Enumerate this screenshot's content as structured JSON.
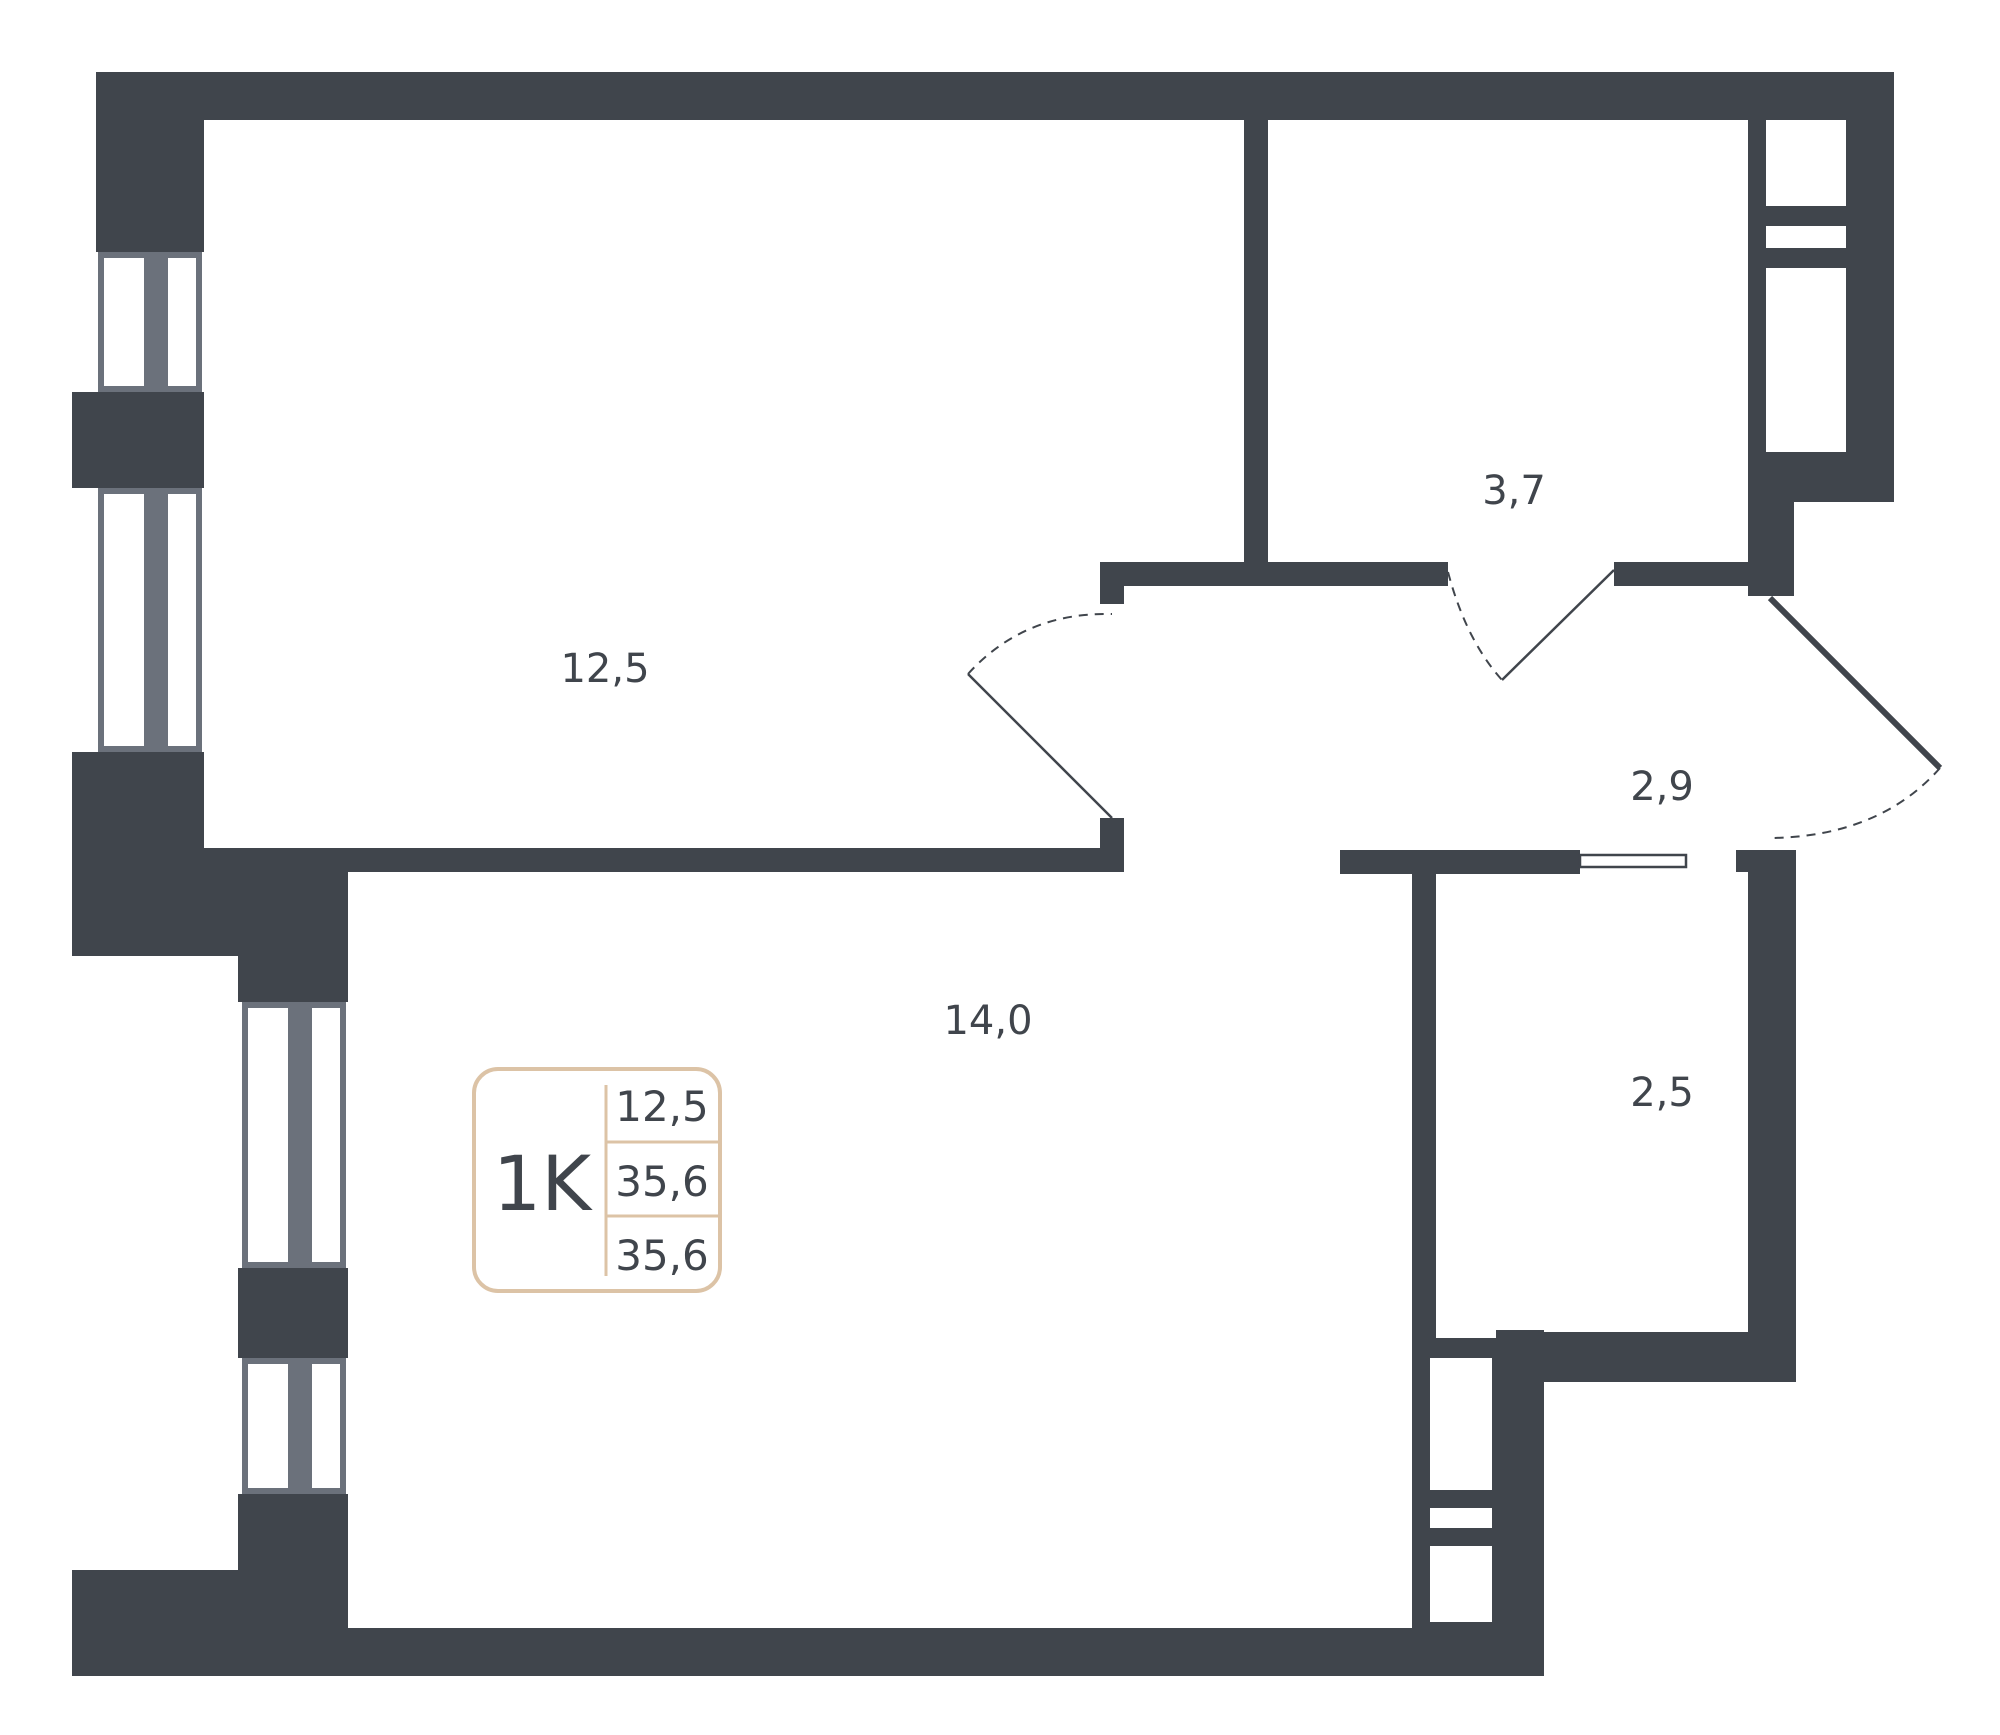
{
  "colors": {
    "wall": "#40454c",
    "window_frame": "#6b717b",
    "badge_border": "#dcc3a6",
    "background": "#ffffff"
  },
  "rooms": [
    {
      "id": "bedroom",
      "area": "12,5"
    },
    {
      "id": "storage",
      "area": "3,7"
    },
    {
      "id": "hall",
      "area": "2,9"
    },
    {
      "id": "living-kitchen",
      "area": "14,0"
    },
    {
      "id": "bathroom",
      "area": "2,5"
    }
  ],
  "badge": {
    "type": "1K",
    "living_area": "12,5",
    "total_area": "35,6",
    "total_area_with_balcony": "35,6"
  }
}
